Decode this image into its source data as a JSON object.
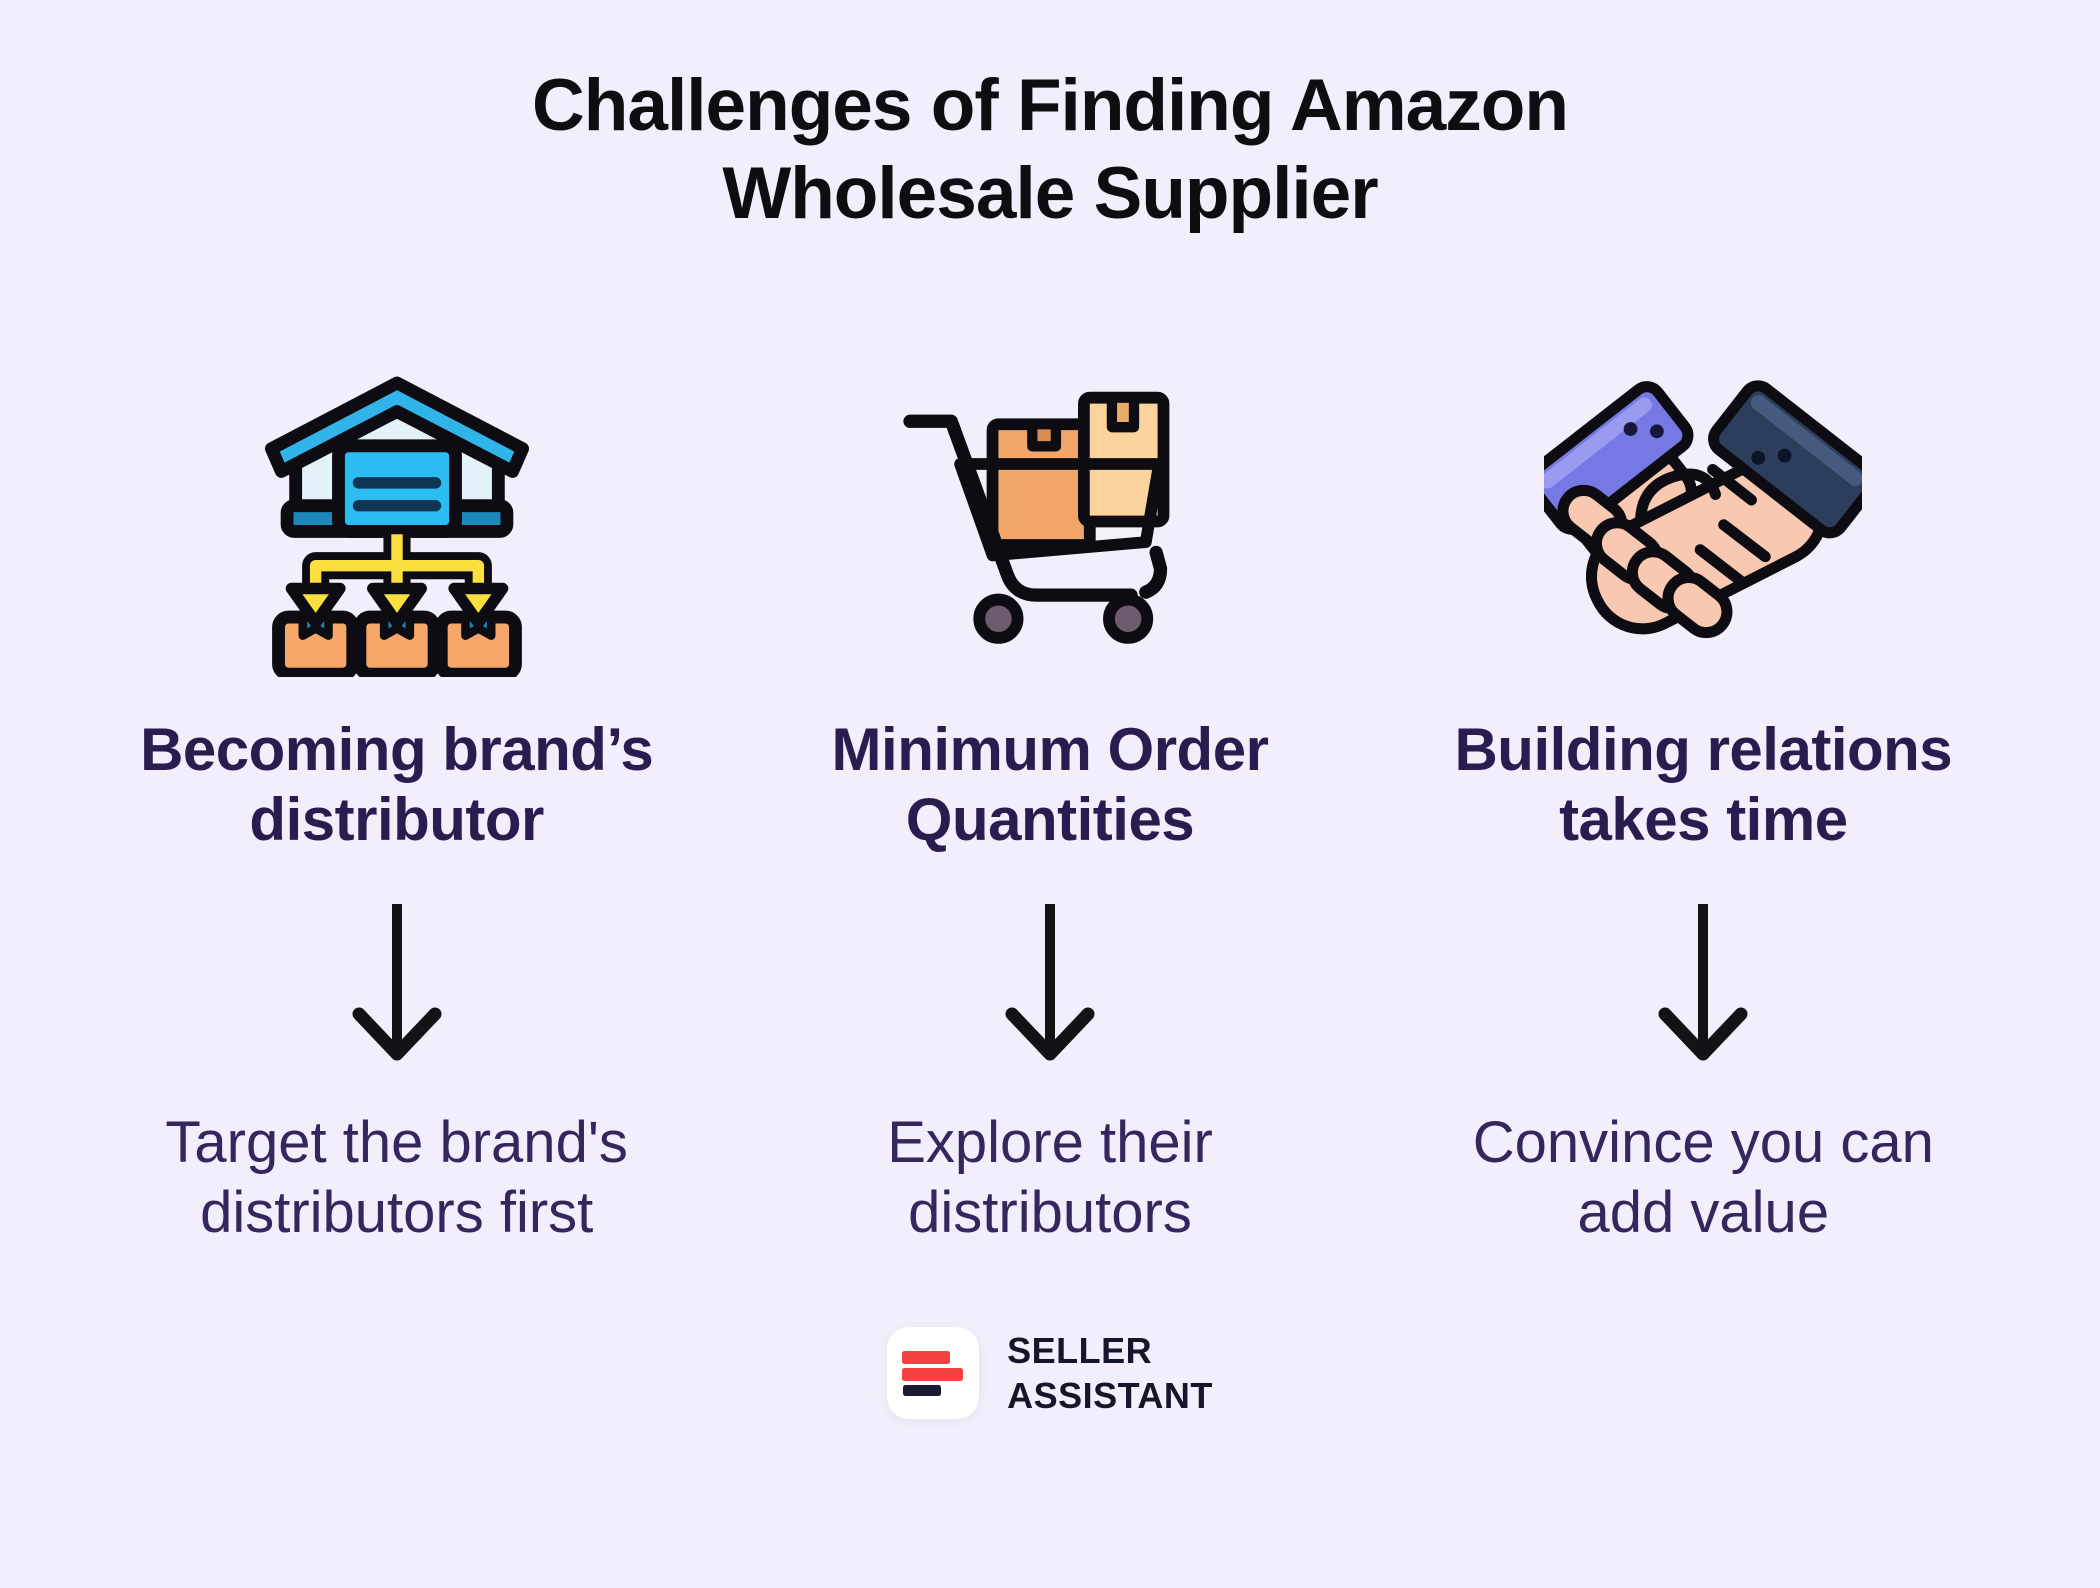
{
  "title": "Challenges of Finding Amazon Wholesale Supplier",
  "title_lines": [
    "Challenges of Finding Amazon",
    "Wholesale Supplier"
  ],
  "columns": [
    {
      "id": "becoming-distributor",
      "icon": "warehouse-distribution-icon",
      "heading": "Becoming brand’s distributor",
      "heading_lines": [
        "Becoming brand’s",
        "distributor"
      ],
      "description": "Target the brand's distributors first",
      "description_lines": [
        "Target the brand's",
        "distributors first"
      ]
    },
    {
      "id": "minimum-order-quantities",
      "icon": "cart-with-boxes-icon",
      "heading": "Minimum Order Quantities",
      "heading_lines": [
        "Minimum Order",
        "Quantities"
      ],
      "description": "Explore their distributors",
      "description_lines": [
        "Explore their",
        "distributors"
      ]
    },
    {
      "id": "building-relations",
      "icon": "handshake-icon",
      "heading": "Building relations takes time",
      "heading_lines": [
        "Building relations",
        "takes time"
      ],
      "description": "Convince you can add value",
      "description_lines": [
        "Convince you can",
        "add value"
      ]
    }
  ],
  "footer": {
    "brand_line1": "SELLER",
    "brand_line2": "ASSISTANT"
  },
  "colors": {
    "background": "#f2eefb",
    "title": "#0d0d12",
    "heading": "#2b1c4f",
    "body_text": "#33275d",
    "arrow": "#121217",
    "logo_red": "#f44141",
    "logo_navy": "#1a1a33",
    "icon_blue": "#30b4ea",
    "icon_cyan": "#2bbdf1",
    "icon_yellow": "#fbdf3e",
    "icon_orange": "#f7a768",
    "icon_tan": "#fbd49d",
    "icon_violet_sleeve": "#7678e4",
    "icon_navy_sleeve": "#2d3e5c",
    "icon_skin": "#f9c8b0"
  }
}
